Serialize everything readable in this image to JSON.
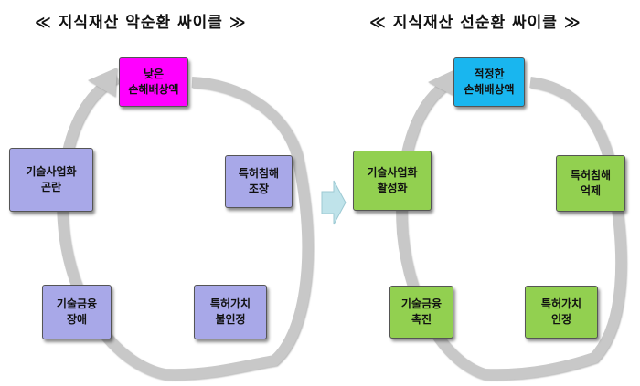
{
  "left_cycle": {
    "title": "≪ 지식재산 악순환 싸이클 ≫",
    "nodes": [
      {
        "line1": "낮은",
        "line2": "손해배상액",
        "color": "#ff00ff"
      },
      {
        "line1": "특허침해",
        "line2": "조장",
        "color": "#a8a8e8"
      },
      {
        "line1": "특허가치",
        "line2": "불인정",
        "color": "#a8a8e8"
      },
      {
        "line1": "기술금융",
        "line2": "장애",
        "color": "#a8a8e8"
      },
      {
        "line1": "기술사업화",
        "line2": "곤란",
        "color": "#a8a8e8"
      }
    ]
  },
  "right_cycle": {
    "title": "≪ 지식재산 선순환 싸이클 ≫",
    "nodes": [
      {
        "line1": "적정한",
        "line2": "손해배상액",
        "color": "#19b6ef"
      },
      {
        "line1": "특허침해",
        "line2": "억제",
        "color": "#92d050"
      },
      {
        "line1": "특허가치",
        "line2": "인정",
        "color": "#92d050"
      },
      {
        "line1": "기술금융",
        "line2": "촉진",
        "color": "#92d050"
      },
      {
        "line1": "기술사업화",
        "line2": "활성화",
        "color": "#92d050"
      }
    ]
  },
  "colors": {
    "cycle_arrow": "#c8c8c8",
    "transition_arrow": "#bfe3ea"
  }
}
